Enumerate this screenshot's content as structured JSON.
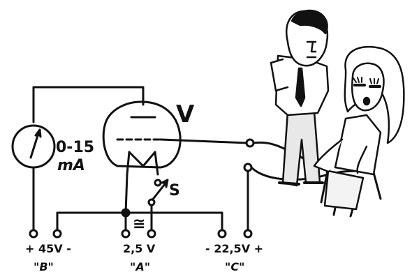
{
  "diagram": {
    "tube_label": "V",
    "switch_label": "S",
    "meter_range": "0-15",
    "meter_unit": "mA",
    "filament_symbol": "≅",
    "terminals": {
      "b_supply": "+ 45V -",
      "a_supply": "2,5 V",
      "c_supply": "- 22,5V +"
    },
    "battery_names": {
      "b": "\"B\"",
      "a": "\"A\"",
      "c": "\"C\""
    }
  },
  "colors": {
    "ink": "#111111",
    "paper": "#ffffff",
    "skin": "#f3f3f3"
  }
}
